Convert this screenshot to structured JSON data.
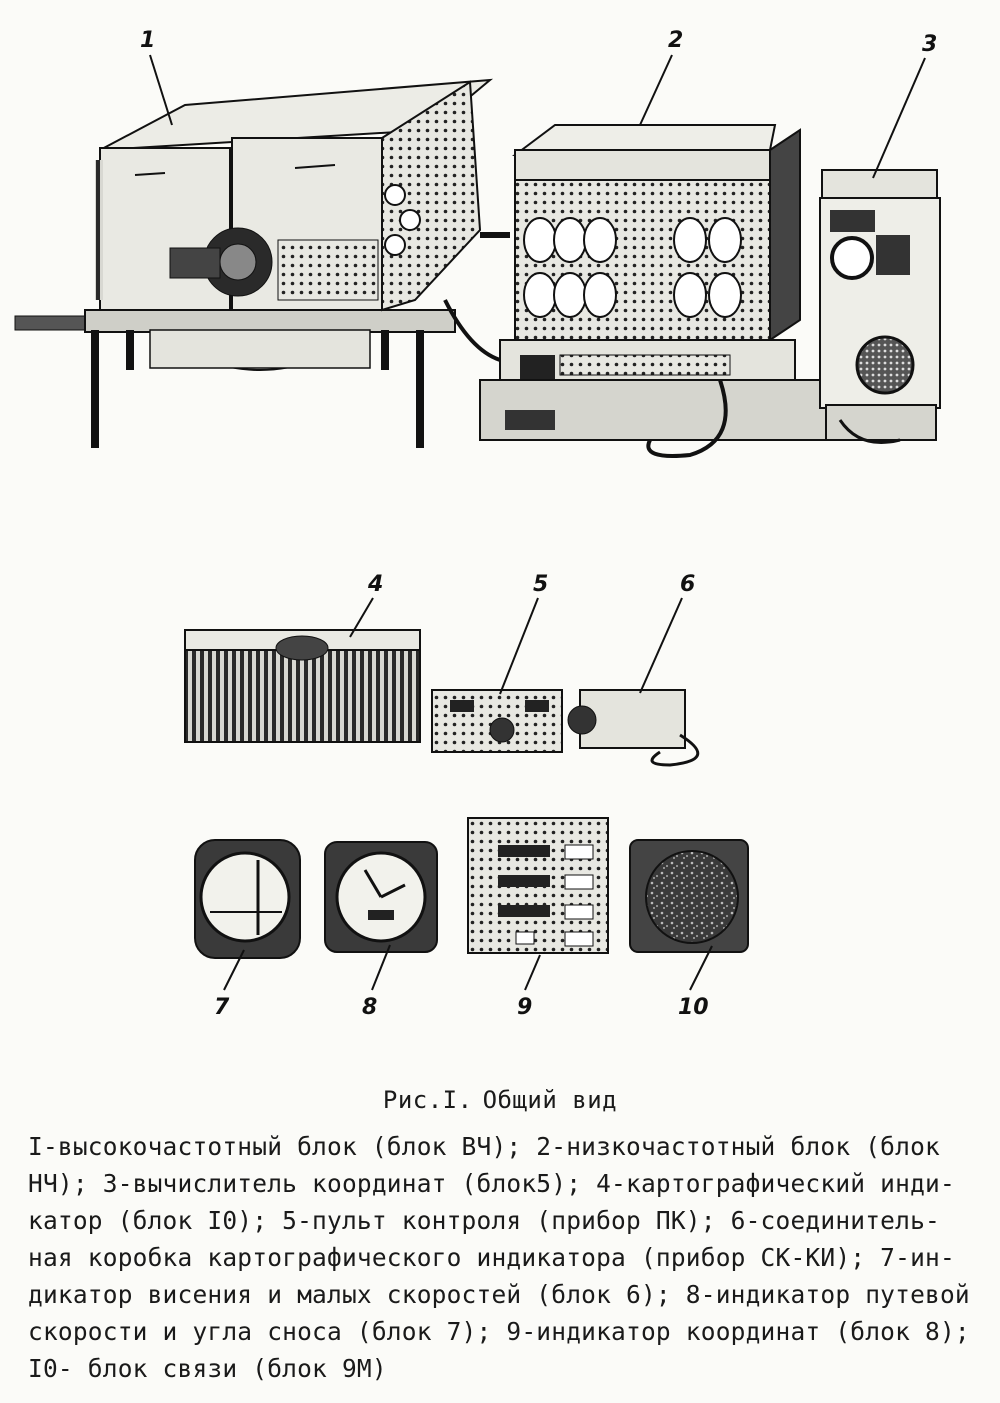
{
  "figure": {
    "labels": {
      "n1": "1",
      "n2": "2",
      "n3": "3",
      "n4": "4",
      "n5": "5",
      "n6": "6",
      "n7": "7",
      "n8": "8",
      "n9": "9",
      "n10": "10"
    }
  },
  "caption": {
    "number": "Рис.I.",
    "title": "Общий вид"
  },
  "legend": {
    "lines": [
      "I-высокочастотный блок (блок ВЧ); 2-низкочастотный блок (блок",
      "НЧ); 3-вычислитель координат (блок5); 4-картографический инди-",
      "катор (блок I0); 5-пульт контроля (прибор ПК); 6-соединитель-",
      "ная коробка картографического индикатора (прибор СК-КИ); 7-ин-",
      "дикатор висения и малых скоростей (блок 6); 8-индикатор путевой",
      "скорости и угла сноса (блок 7); 9-индикатор координат (блок 8);",
      "I0- блок связи (блок 9М)"
    ]
  }
}
